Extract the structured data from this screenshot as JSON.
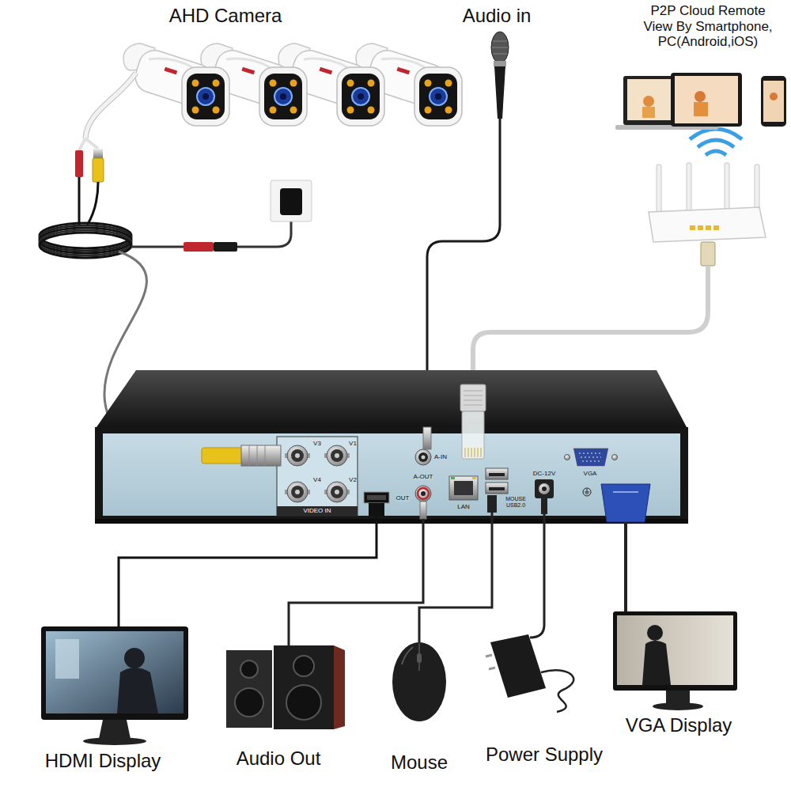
{
  "diagram": {
    "labels": [
      "AHD Camera",
      "Audio in",
      "P2P Cloud Remote View By Smartphone, PC(Android,iOS)",
      "V3",
      "V1",
      "A-IN",
      "V4",
      "V2",
      "OUT",
      "A-OUT",
      "LAN",
      "MOUSE USB2.0",
      "DC-12V",
      "VGA",
      "VIDEO IN",
      "HDMI Display",
      "Audio Out",
      "Mouse",
      "Power Supply",
      "VGA Display"
    ]
  }
}
